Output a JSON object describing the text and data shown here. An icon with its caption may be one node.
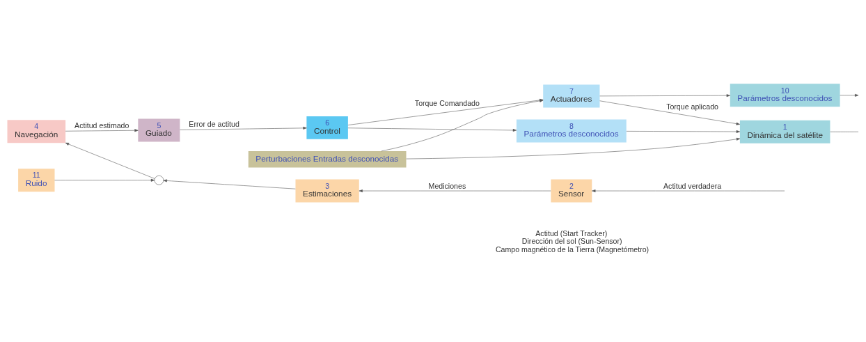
{
  "diagram": {
    "nodes": [
      {
        "text": [
          "Perturbaciones Entradas desconocidas"
        ]
      },
      {
        "text": [
          "4",
          "Navegación"
        ]
      },
      {
        "text": [
          "5",
          "Guiado"
        ]
      },
      {
        "text": [
          "6",
          "Control"
        ]
      },
      {
        "text": [
          "7",
          "Actuadores"
        ]
      },
      {
        "text": [
          "1",
          "Dinámica del satélite"
        ]
      },
      {
        "text": [
          "8",
          "Parámetros desconocidos"
        ]
      },
      {
        "text": [
          "10",
          "Parámetros desconocidos"
        ]
      },
      {
        "text": [
          "3",
          "Estimaciones"
        ]
      },
      {
        "text": [
          "2",
          "Sensor"
        ],
        "beside": [
          "Actitud (Start Tracker)",
          "Dirección del sol (Sun-Sensor)",
          "Campo magnético de la Tierra (Magnetómetro)"
        ]
      },
      {
        "text": [],
        "shape": "circle"
      },
      {
        "text": [
          "11",
          "Ruido"
        ]
      }
    ],
    "edges": [
      {
        "from": 1,
        "to": 2,
        "arrow": "to",
        "label": "Actitud estimado"
      },
      {
        "from": 2,
        "to": 3,
        "arrow": "to",
        "label": "Error de actitud"
      },
      {
        "from": 3,
        "to": 4,
        "arrow": "to",
        "label": "Torque Comandado"
      },
      {
        "from": 3,
        "to": 6,
        "arrow": "to"
      },
      {
        "from": 0,
        "to": 4,
        "arrow": "to"
      },
      {
        "from": 0,
        "to": 5,
        "arrow": "to"
      },
      {
        "from": 4,
        "to": 5,
        "arrow": "to",
        "label": "Torque aplicado"
      },
      {
        "from": 6,
        "to": 5,
        "arrow": "to"
      },
      {
        "from": 4,
        "to": 7,
        "arrow": "to"
      },
      {
        "from": 5,
        "to": null,
        "arrow": "none"
      },
      {
        "from": 7,
        "to": null,
        "arrow": "to"
      },
      {
        "from": null,
        "to": 9,
        "arrow": "to",
        "label": "Actitud verdadera"
      },
      {
        "from": 9,
        "to": 8,
        "arrow": "to",
        "label": "Mediciones"
      },
      {
        "from": 8,
        "to": 10,
        "arrow": "to"
      },
      {
        "from": 11,
        "to": 10,
        "arrow": "to"
      },
      {
        "from": 10,
        "to": 1,
        "arrow": "to"
      }
    ]
  }
}
